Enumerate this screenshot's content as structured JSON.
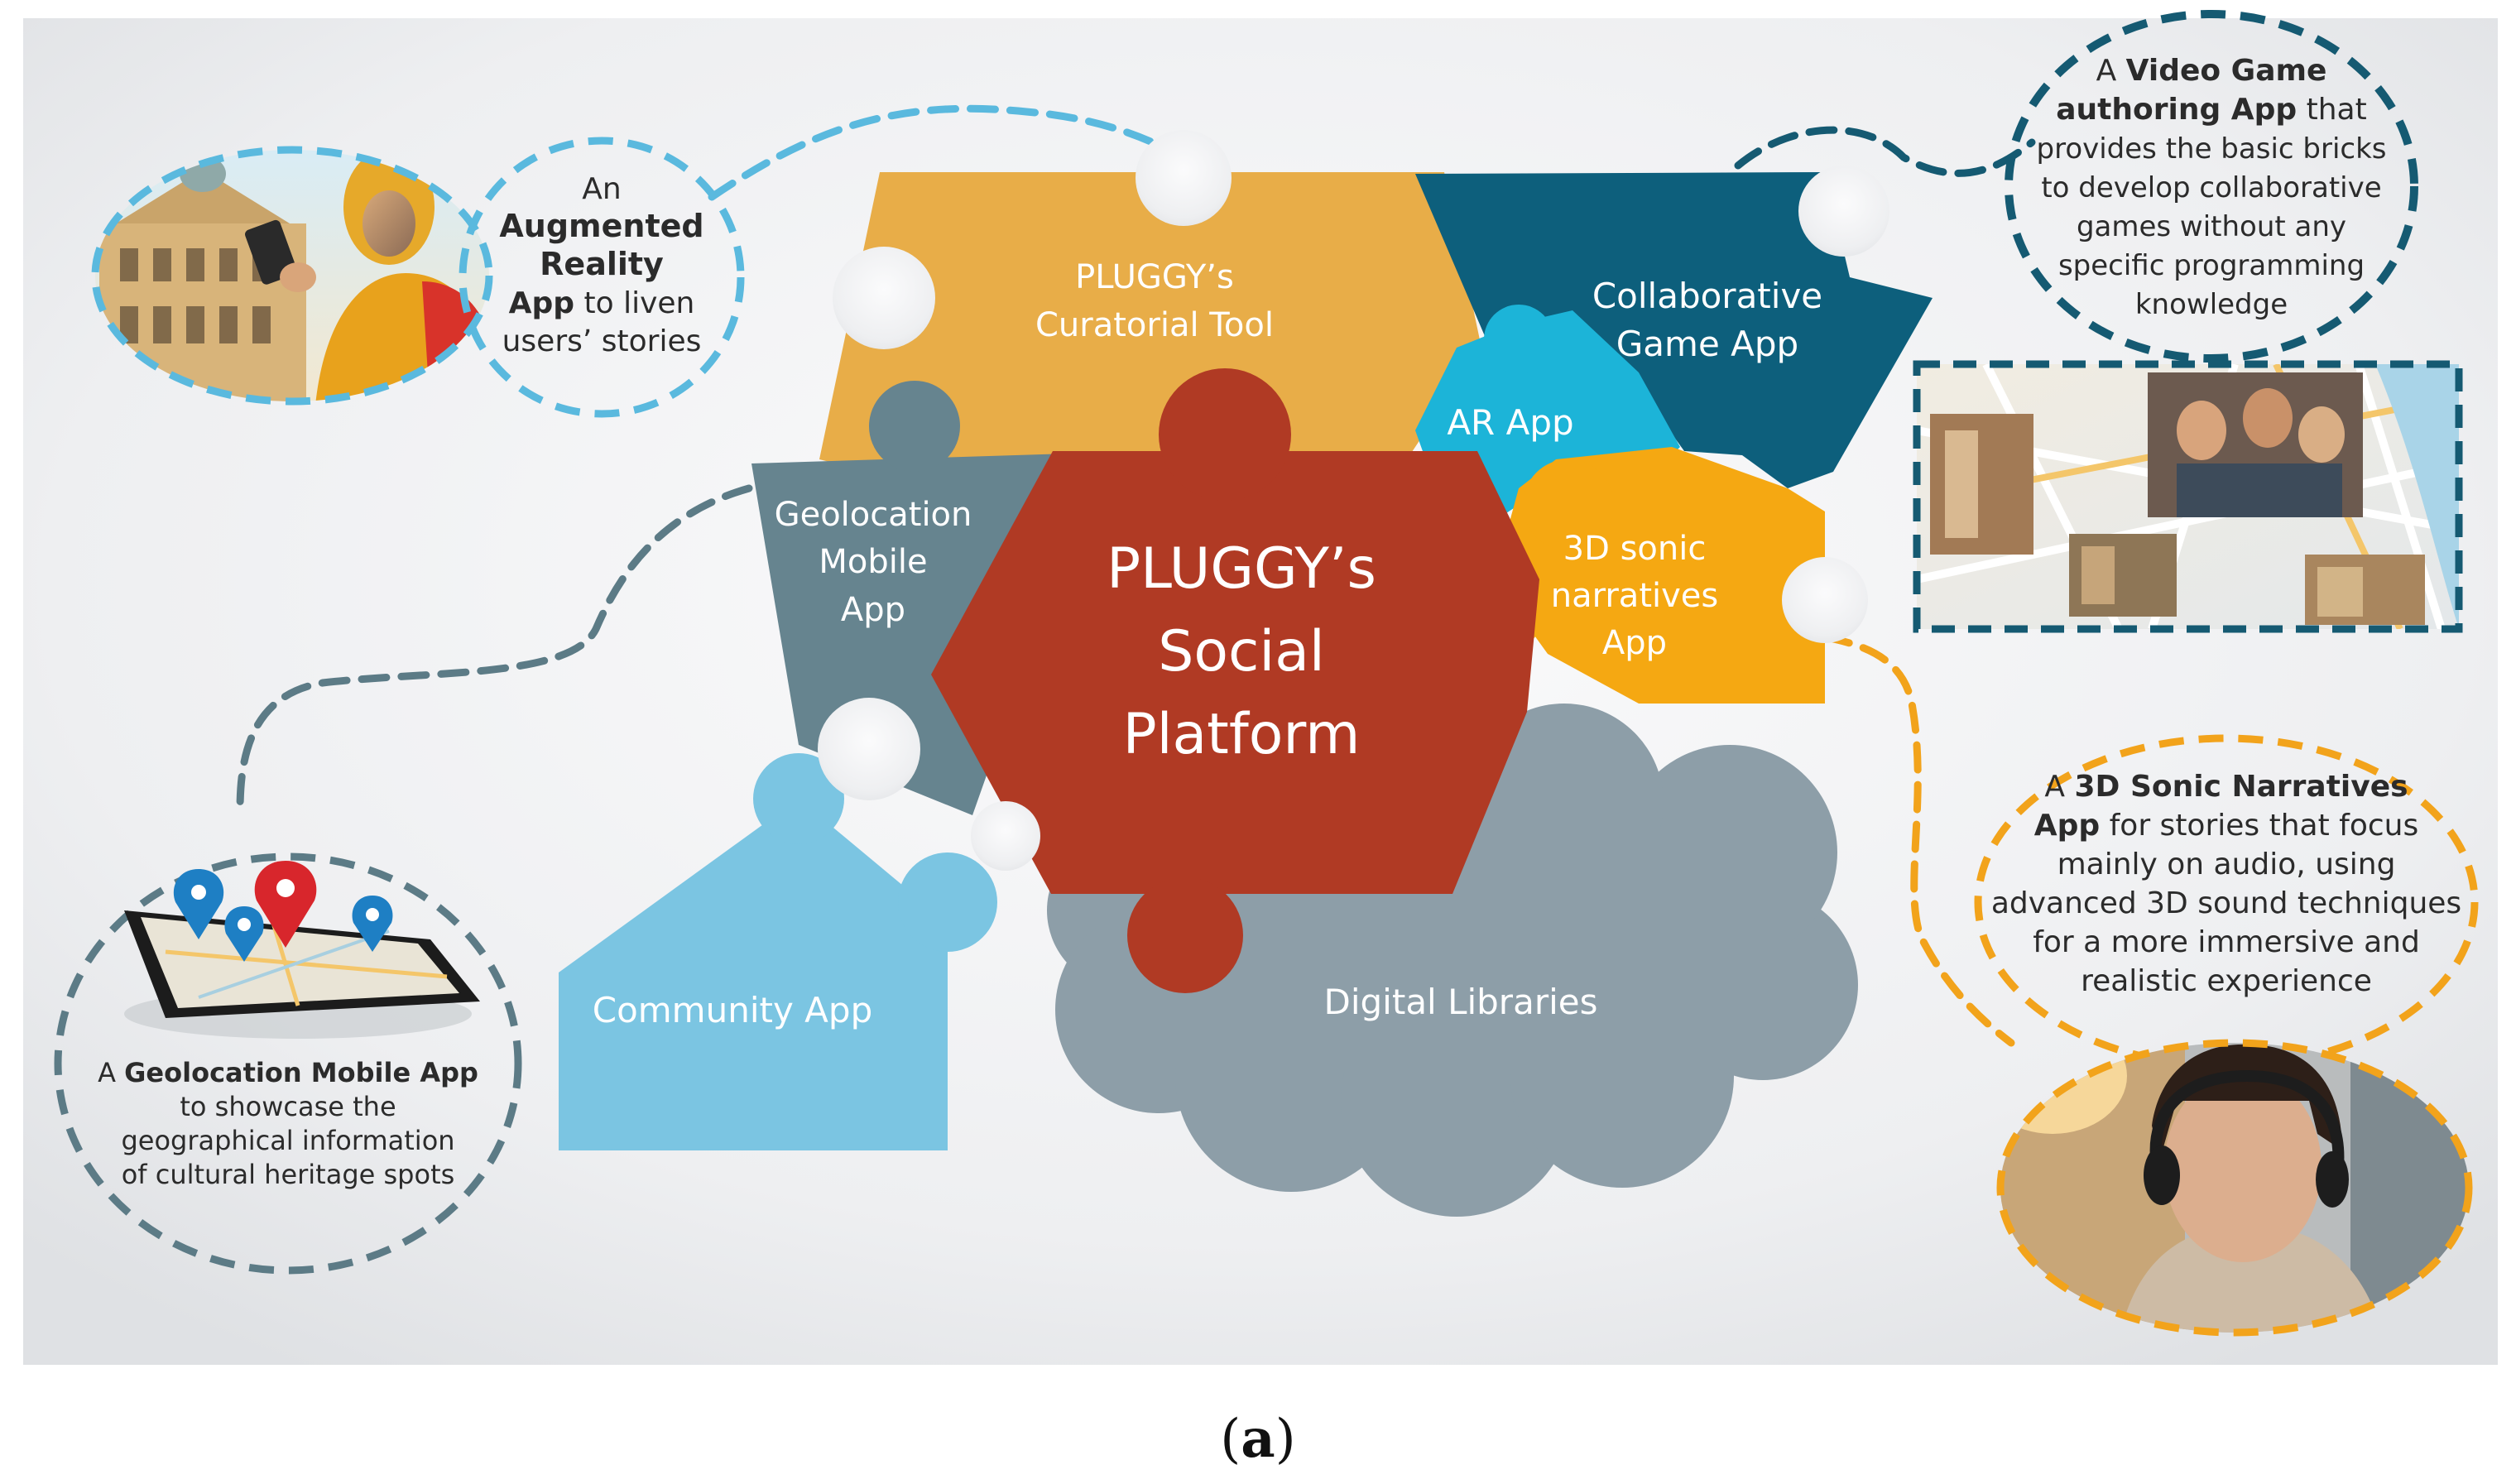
{
  "figure_label": {
    "open": "(",
    "letter": "a",
    "close": ")"
  },
  "pieces": {
    "curatorial": {
      "line1": "PLUGGY’s",
      "line2": "Curatorial Tool"
    },
    "collaborative": {
      "line1": "Collaborative",
      "line2": "Game App"
    },
    "ar": {
      "label": "AR App"
    },
    "geolocation": {
      "line1": "Geolocation",
      "line2": "Mobile",
      "line3": "App"
    },
    "social": {
      "line1": "PLUGGY’s",
      "line2": "Social",
      "line3": "Platform"
    },
    "sonic": {
      "line1": "3D sonic",
      "line2": "narratives",
      "line3": "App"
    },
    "community": {
      "label": "Community App"
    },
    "libraries": {
      "label": "Digital Libraries"
    }
  },
  "callouts": {
    "ar": {
      "l1": "An",
      "l2": "Augmented",
      "l3": "Reality",
      "l4_bold": "App",
      "l4_rest": " to liven",
      "l5": "users’ stories"
    },
    "game": {
      "l1_pre": "A ",
      "l1_bold": "Video Game",
      "l2": "authoring App",
      "l2_rest": " that",
      "l3": "provides the basic bricks",
      "l4": "to develop collaborative",
      "l5": "games without any",
      "l6": "specific programming",
      "l7": "knowledge"
    },
    "sonic": {
      "l1_pre": "A ",
      "l1_bold": "3D Sonic Narratives",
      "l2_bold": "App",
      "l2_rest": " for stories that focus",
      "l3": "mainly on audio, using",
      "l4": "advanced 3D sound techniques",
      "l5": "for a more immersive and",
      "l6": "realistic experience"
    },
    "geo": {
      "l1_pre": "A ",
      "l1_bold": "Geolocation Mobile App",
      "l2": "to showcase the",
      "l3": "geographical information",
      "l4": "of cultural heritage spots"
    }
  },
  "colors": {
    "curatorial": "#e8ad48",
    "collaborative": "#0d5f7c",
    "ar": "#1cb4d8",
    "geolocation": "#66848f",
    "social": "#b03a24",
    "sonic": "#f5a812",
    "community": "#7bc5e2",
    "libraries": "#8d9ea8",
    "ar_dash": "#5ab9de",
    "game_dash": "#155a72",
    "sonic_dash": "#f2a31b",
    "geo_dash": "#5c7b86"
  }
}
